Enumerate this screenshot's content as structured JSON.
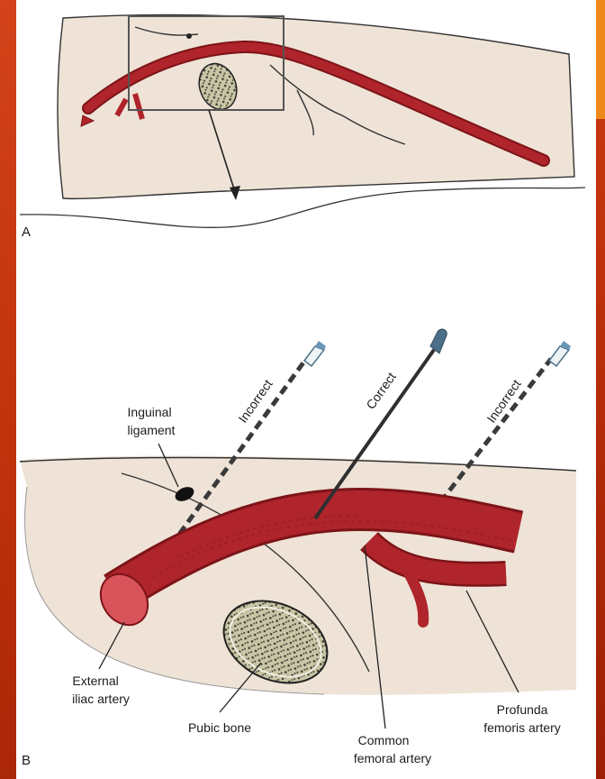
{
  "panel_a": {
    "letter": "A"
  },
  "panel_b": {
    "letter": "B",
    "labels": {
      "inguinal_ligament": [
        "Inguinal",
        "ligament"
      ],
      "external_iliac": [
        "External",
        "iliac artery"
      ],
      "pubic_bone": "Pubic bone",
      "common_femoral": [
        "Common",
        "femoral artery"
      ],
      "profunda_femoris": [
        "Profunda",
        "femoris artery"
      ]
    },
    "needles": {
      "incorrect_left": "Incorrect",
      "correct": "Correct",
      "incorrect_right": "Incorrect"
    }
  },
  "colors": {
    "artery": "#b0242b",
    "artery_dark": "#7c1418",
    "skin": "#eee3d6",
    "needle": "#4a6f86",
    "needle_tip": "#6c98b8",
    "slide_bg": "#c8380f",
    "slide_accent": "#ee8a1c"
  }
}
